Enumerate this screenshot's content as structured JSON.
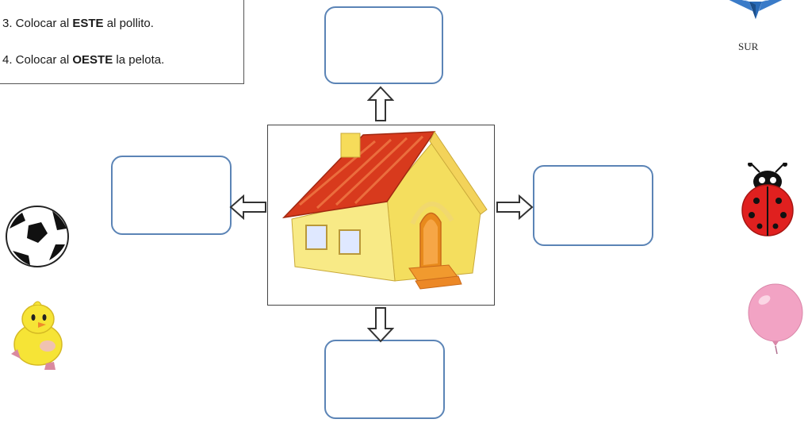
{
  "instructions": {
    "line3": {
      "prefix": "3. Colocar al ",
      "bold": "ESTE",
      "suffix": " al pollito."
    },
    "line4": {
      "prefix": "4. Colocar al ",
      "bold": "OESTE",
      "suffix": "  la pelota."
    }
  },
  "compass": {
    "label": "SUR",
    "color": "#2a6bb8"
  },
  "colors": {
    "box_border": "#5b84b6",
    "roof": "#d83a1d",
    "walls": "#f6e26b",
    "door": "#e88a1c",
    "ladybug": "#e0201f",
    "balloon": "#f2a3c4",
    "chick": "#f6e436"
  },
  "icons": [
    "house-icon",
    "soccer-ball-icon",
    "chick-icon",
    "ladybug-icon",
    "balloon-icon",
    "compass-star-icon"
  ]
}
